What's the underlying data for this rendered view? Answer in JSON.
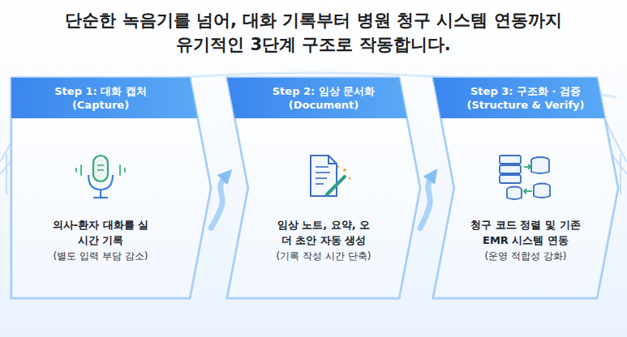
{
  "diagram": {
    "title": "단순한 녹음기를 넘어, 대화 기록부터 병원 청구 시스템 연동까지 유기적인 3단계 구조로 작동합니다.",
    "nodes": [
      {
        "text": [
          "Step 1: 대화 캡처 (Capture)",
          "의사-환자 대화를 실시간 기록",
          "(별도 입력 부담 감소)"
        ]
      },
      {
        "text": [
          "Step 2: 임상 문서화 (Document)",
          "임상 노트, 요약, 오더 초안 자동 생성",
          "(기록 작성 시간 단축)"
        ]
      },
      {
        "text": [
          "Step 3: 구조화 · 검증 (Structure & Verify)",
          "청구 코드 정렬 및 기존 EMR 시스템 연동",
          "(운영 적합성 강화)"
        ]
      }
    ],
    "edges": [
      {
        "from": 0,
        "to": 1,
        "arrow": "to"
      },
      {
        "from": 1,
        "to": 2,
        "arrow": "to"
      }
    ]
  }
}
